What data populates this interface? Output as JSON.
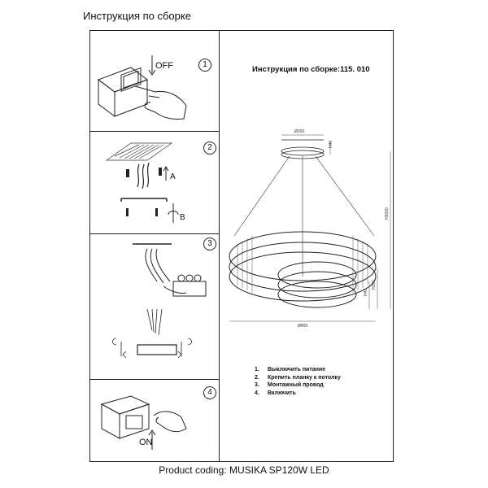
{
  "header": {
    "title": "Инструкция по сборке"
  },
  "steps": [
    {
      "number": "1",
      "switch_label": "OFF"
    },
    {
      "number": "2",
      "label_a": "A",
      "label_b": "B"
    },
    {
      "number": "3"
    },
    {
      "number": "4",
      "switch_label": "ON"
    }
  ],
  "diagram": {
    "title": "Инструкция по сборке:115. 010",
    "dimensions": {
      "canopy_width": "Ø200",
      "canopy_height": "H40",
      "total_height": "H2000",
      "ring_height": "H290",
      "ring_offset": "H43",
      "diameter": "Ø800"
    }
  },
  "instructions": [
    {
      "n": "1.",
      "text": "Выключить питание"
    },
    {
      "n": "2.",
      "text": "Крепить планку к потолку"
    },
    {
      "n": "3.",
      "text": "Монтажный провод"
    },
    {
      "n": "4.",
      "text": "Включить"
    }
  ],
  "footer": {
    "text": "Product coding: MUSIKA SP120W LED"
  }
}
